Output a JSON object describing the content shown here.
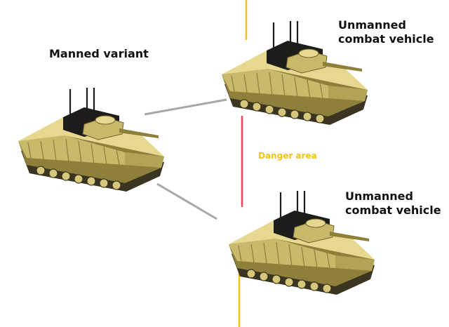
{
  "labels": {
    "manned": "Manned variant",
    "ucv_top_line1": "Unmanned",
    "ucv_top_line2": "combat vehicle",
    "ucv_bottom_line1": "Unmanned",
    "ucv_bottom_line2": "combat vehicle",
    "danger": "Danger area"
  },
  "colors": {
    "hull": "#c9b96a",
    "hull_dark": "#8e7f3a",
    "hull_light": "#e6d98f",
    "track": "#3a3520",
    "turret_dark": "#1c1c1a",
    "link": "#a8a8a8",
    "boundary_yellow": "#f0c419",
    "boundary_red": "#e44a5a",
    "danger_text": "#f2c21b"
  }
}
